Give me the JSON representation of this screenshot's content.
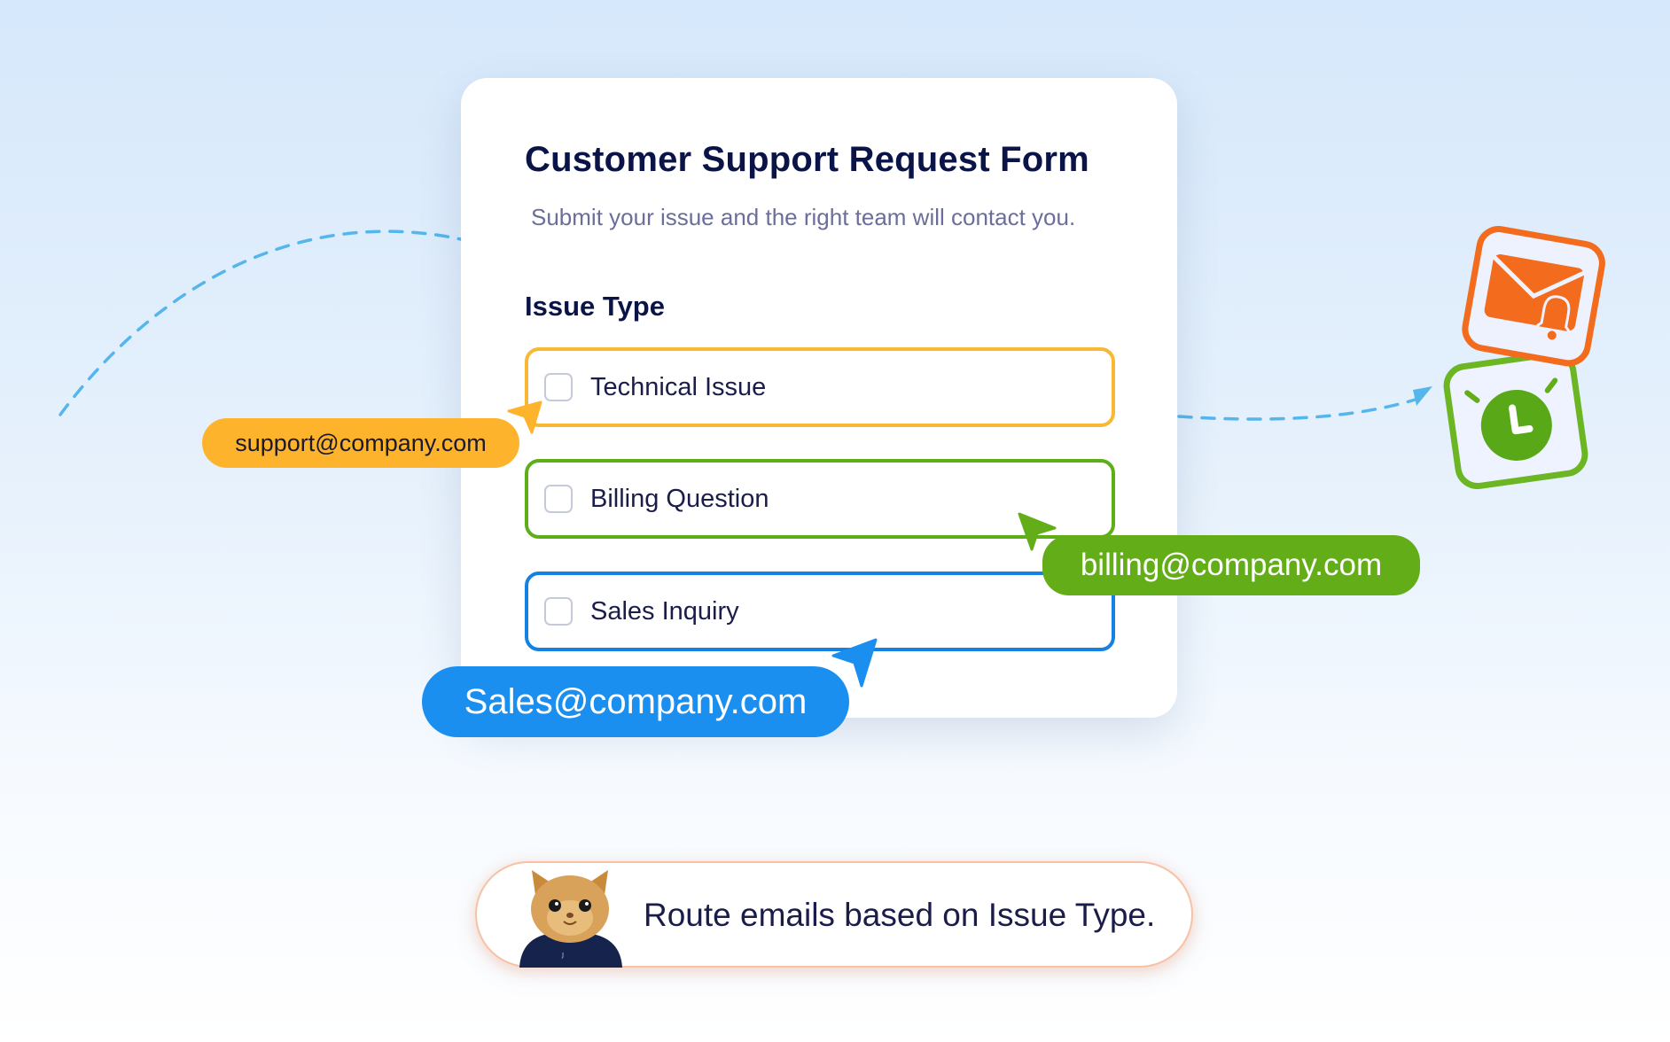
{
  "form": {
    "title": "Customer Support Request Form",
    "subtitle": "Submit your issue and the right team will contact you.",
    "field_label": "Issue Type",
    "options": [
      {
        "label": "Technical Issue",
        "color": "#f8b735",
        "checked": false
      },
      {
        "label": "Billing Question",
        "color": "#5dae17",
        "checked": false
      },
      {
        "label": "Sales Inquiry",
        "color": "#1581e0",
        "checked": false
      }
    ]
  },
  "routes": {
    "support_email": "support@company.com",
    "billing_email": "billing@company.com",
    "sales_email": "Sales@company.com"
  },
  "footer": {
    "caption": "Route emails based on Issue Type."
  },
  "icons": {
    "email_notification": "envelope-bell-icon",
    "timer": "alarm-clock-icon",
    "mascot": "cat-mascot-icon"
  },
  "colors": {
    "accent_yellow": "#fdb32b",
    "accent_green": "#63ad18",
    "accent_blue": "#1a8ff0",
    "accent_orange": "#f36b1c",
    "title_navy": "#0b1446"
  }
}
